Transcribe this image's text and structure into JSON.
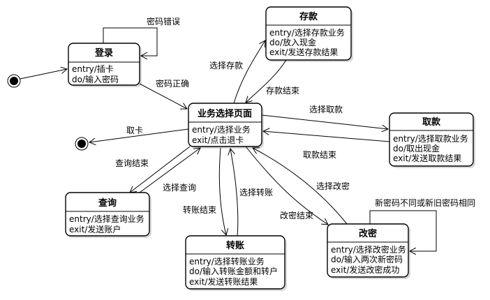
{
  "states": {
    "login": {
      "title": "登录",
      "lines": [
        "entry/插卡",
        "do/输入密码"
      ]
    },
    "deposit": {
      "title": "存款",
      "lines": [
        "entry/选择存款业务",
        "do/放入现金",
        "exit/发送存款结果"
      ]
    },
    "business": {
      "title": "业务选择页面",
      "lines": [
        "entry/选择业务",
        "exit/点击退卡"
      ]
    },
    "withdraw": {
      "title": "取款",
      "lines": [
        "entry/选择取款业务",
        "do/取出现金",
        "exit/发送取款结果"
      ]
    },
    "query": {
      "title": "查询",
      "lines": [
        "entry/选择查询业务",
        "exit/发送账户"
      ]
    },
    "transfer": {
      "title": "转账",
      "lines": [
        "entry/选择转账业务",
        "do/输入转账金额和转户",
        "exit/发送转账结果"
      ]
    },
    "change_pwd": {
      "title": "改密",
      "lines": [
        "entry/选择改密业务",
        "do/输入两次新密码",
        "exit/发送改密成功"
      ]
    }
  },
  "transitions": {
    "wrong_password": "密码错误",
    "correct_password": "密码正确",
    "select_deposit": "选择存款",
    "deposit_done": "存款结束",
    "select_withdraw": "选择取款",
    "withdraw_done": "取款结束",
    "eject_card": "取卡",
    "query_done": "查询结束",
    "select_query": "选择查询",
    "select_transfer": "选择转账",
    "transfer_done": "转账结束",
    "select_change": "选择改密",
    "change_done": "改密结束",
    "pwd_mismatch": "新密码不同或新旧密码相同"
  }
}
